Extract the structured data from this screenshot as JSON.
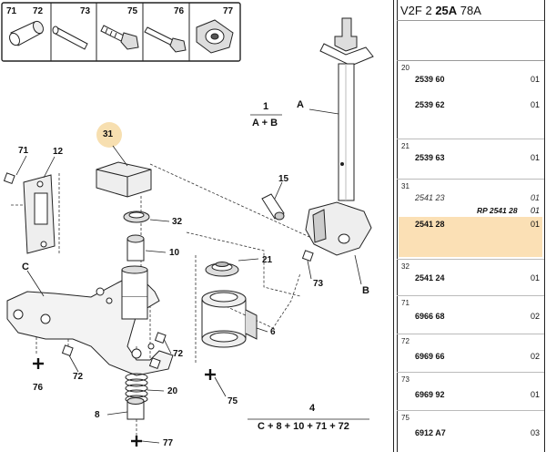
{
  "toolbox": [
    {
      "num": "71",
      "icon": "cylinder-icon"
    },
    {
      "num": "72",
      "icon": "cylinder-icon"
    },
    {
      "num": "73",
      "icon": "pin-icon"
    },
    {
      "num": "75",
      "icon": "bolt-icon"
    },
    {
      "num": "76",
      "icon": "long-bolt-icon"
    },
    {
      "num": "77",
      "icon": "nut-icon"
    }
  ],
  "labels": {
    "l1": "1",
    "lAB": "A + B",
    "lA": "A",
    "lB": "B",
    "l15": "15",
    "l31": "31",
    "l71": "71",
    "l12": "12",
    "l32": "32",
    "l10": "10",
    "l21": "21",
    "lC": "C",
    "l73": "73",
    "l6": "6",
    "l72a": "72",
    "l72b": "72",
    "l76": "76",
    "l20": "20",
    "l75": "75",
    "l8": "8",
    "l77": "77",
    "l4": "4",
    "lsum": "C + 8 + 10 + 71 + 72"
  },
  "header": {
    "model": "V2F 2",
    "code": "25A",
    "suffix": "78A"
  },
  "parts": [
    {
      "group": "20",
      "rows": [
        {
          "ref": "2539 60",
          "qty": "01"
        },
        {
          "ref": "2539 62",
          "qty": "01"
        }
      ]
    },
    {
      "group": "21",
      "rows": [
        {
          "ref": "2539 63",
          "qty": "01"
        }
      ]
    },
    {
      "group": "31",
      "rows": [
        {
          "ref": "2541 23",
          "qty": "01",
          "style": "italic"
        },
        {
          "ref": "2541 28",
          "qty": "01",
          "rp": "RP 2541 28",
          "highlight": true
        }
      ]
    },
    {
      "group": "32",
      "rows": [
        {
          "ref": "2541 24",
          "qty": "01"
        }
      ]
    },
    {
      "group": "71",
      "rows": [
        {
          "ref": "6966 68",
          "qty": "02"
        }
      ]
    },
    {
      "group": "72",
      "rows": [
        {
          "ref": "6969 66",
          "qty": "02"
        }
      ]
    },
    {
      "group": "73",
      "rows": [
        {
          "ref": "6969 92",
          "qty": "01"
        }
      ]
    },
    {
      "group": "75",
      "rows": [
        {
          "ref": "6912 A7",
          "qty": "03"
        }
      ]
    }
  ],
  "colors": {
    "highlight": "#fbe0b5",
    "callout": "#f7dfb0",
    "line": "#222222"
  }
}
